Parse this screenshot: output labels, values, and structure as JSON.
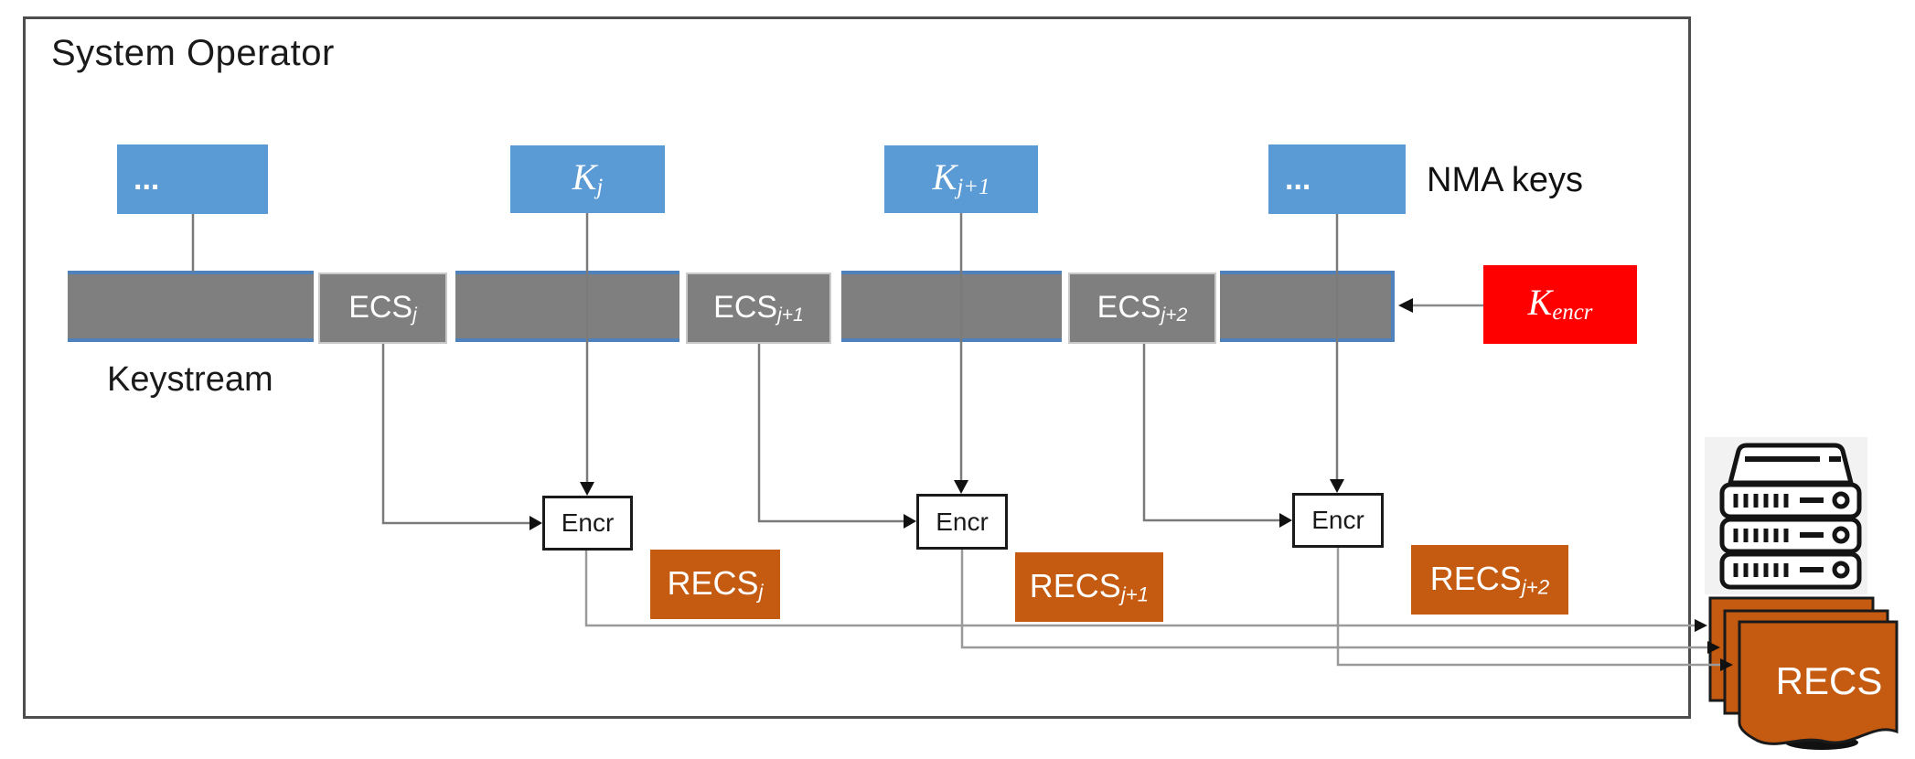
{
  "title": "System Operator",
  "labels": {
    "nma_keys": "NMA keys",
    "keystream": "Keystream",
    "encr": "Encr",
    "recs_doc": "RECS"
  },
  "nma_keys": [
    {
      "base": "...",
      "sub": ""
    },
    {
      "base": "K",
      "sub": "j"
    },
    {
      "base": "K",
      "sub": "j+1"
    },
    {
      "base": "...",
      "sub": ""
    }
  ],
  "keystream": {
    "ecs_segments": [
      {
        "base": "ECS",
        "sub": "j"
      },
      {
        "base": "ECS",
        "sub": "j+1"
      },
      {
        "base": "ECS",
        "sub": "j+2"
      }
    ]
  },
  "kencr": {
    "base": "K",
    "sub": "encr"
  },
  "recs_outputs": [
    {
      "base": "RECS",
      "sub": "j"
    },
    {
      "base": "RECS",
      "sub": "j+1"
    },
    {
      "base": "RECS",
      "sub": "j+2"
    }
  ],
  "icons": {
    "server": "server-rack-icon",
    "documents": "recs-documents-icon"
  },
  "colors": {
    "nma_key_blue": "#5b9bd5",
    "keystream_gray": "#7f7f7f",
    "keystream_edge_blue": "#4f81bd",
    "recs_orange": "#c55a11",
    "kencr_red": "#ff0000",
    "line_gray": "#8c8c8c",
    "border_gray": "#4d4d4d"
  }
}
